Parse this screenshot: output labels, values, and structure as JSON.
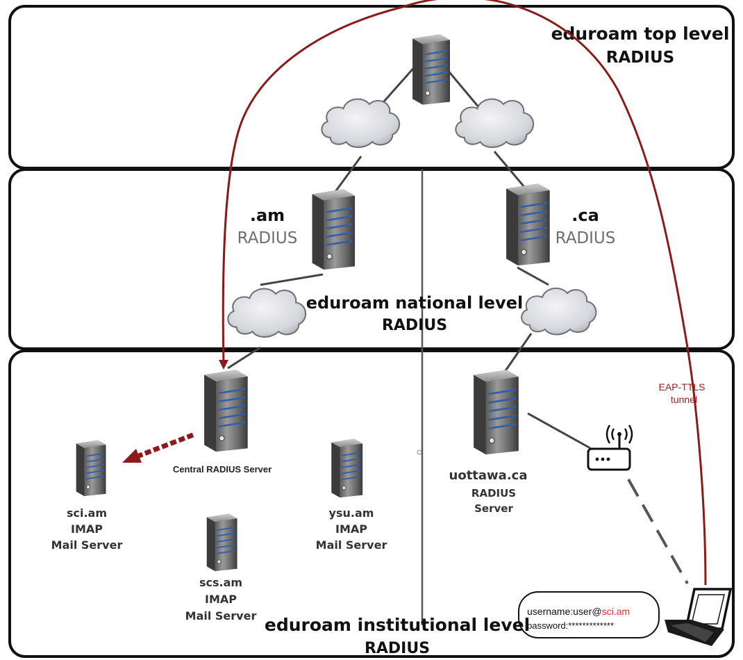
{
  "levels": {
    "top": {
      "title_line1": "eduroam top level",
      "title_line2": "RADIUS"
    },
    "national": {
      "title_line1": "eduroam national level",
      "title_line2": "RADIUS"
    },
    "institutional": {
      "title_line1": "eduroam institutional level",
      "title_line2": "RADIUS"
    }
  },
  "national_servers": {
    "am": {
      "name": ".am",
      "role": "RADIUS"
    },
    "ca": {
      "name": ".ca",
      "role": "RADIUS"
    }
  },
  "central_server": {
    "label": "Central RADIUS Server"
  },
  "mail_servers": [
    {
      "line1": "sci.am",
      "line2": "IMAP",
      "line3": "Mail Server"
    },
    {
      "line1": "scs.am",
      "line2": "IMAP",
      "line3": "Mail Server"
    },
    {
      "line1": "ysu.am",
      "line2": "IMAP",
      "line3": "Mail Server"
    }
  ],
  "uottawa_server": {
    "line1": "uottawa.ca",
    "line2": "RADIUS",
    "line3": "Server"
  },
  "tunnel": {
    "line1": "EAP-TTLS",
    "line2": "tunnel"
  },
  "credentials": {
    "username_prefix": "username:user@",
    "username_realm": "sci.am",
    "password": "password:*************"
  },
  "colors": {
    "tunnel": "#8b1a1a",
    "realm": "#e0302a",
    "frame": "#111111"
  }
}
